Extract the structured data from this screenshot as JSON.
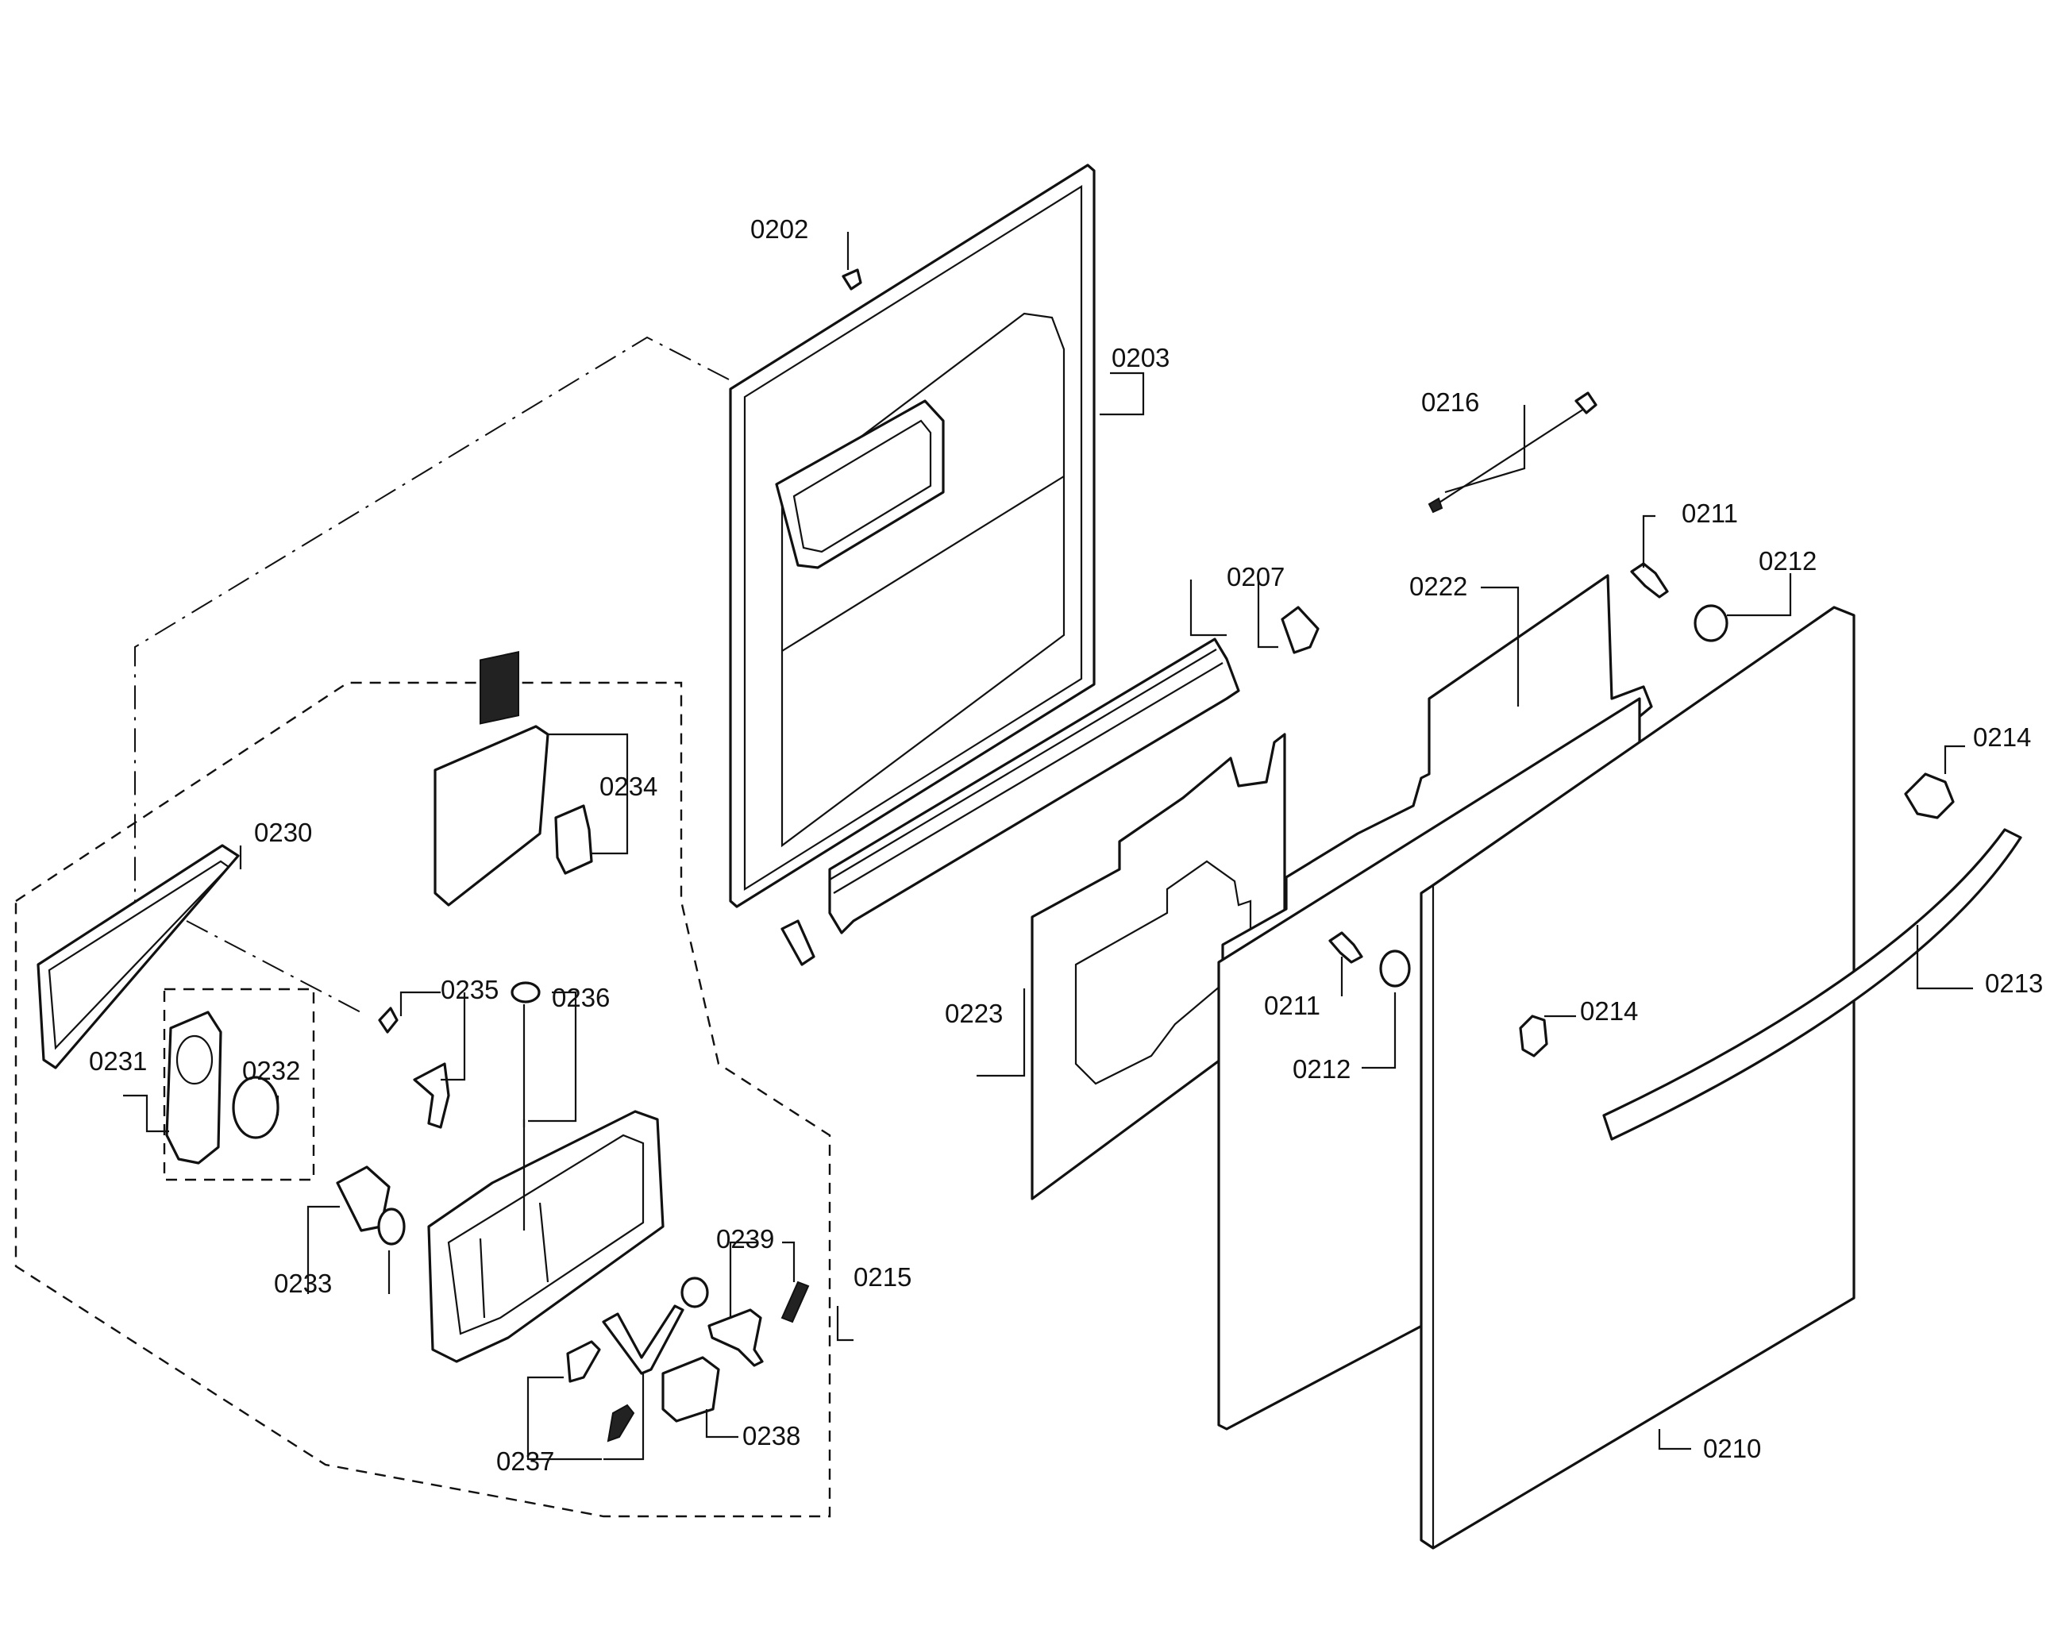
{
  "callouts": [
    {
      "id": "0202",
      "text": "0202"
    },
    {
      "id": "0203",
      "text": "0203"
    },
    {
      "id": "0207",
      "text": "0207"
    },
    {
      "id": "0210",
      "text": "0210"
    },
    {
      "id": "0211a",
      "text": "0211"
    },
    {
      "id": "0211b",
      "text": "0211"
    },
    {
      "id": "0212a",
      "text": "0212"
    },
    {
      "id": "0212b",
      "text": "0212"
    },
    {
      "id": "0213",
      "text": "0213"
    },
    {
      "id": "0214a",
      "text": "0214"
    },
    {
      "id": "0214b",
      "text": "0214"
    },
    {
      "id": "0215",
      "text": "0215"
    },
    {
      "id": "0216",
      "text": "0216"
    },
    {
      "id": "0222",
      "text": "0222"
    },
    {
      "id": "0223",
      "text": "0223"
    },
    {
      "id": "0230",
      "text": "0230"
    },
    {
      "id": "0231",
      "text": "0231"
    },
    {
      "id": "0232",
      "text": "0232"
    },
    {
      "id": "0233",
      "text": "0233"
    },
    {
      "id": "0234",
      "text": "0234"
    },
    {
      "id": "0235",
      "text": "0235"
    },
    {
      "id": "0236",
      "text": "0236"
    },
    {
      "id": "0237",
      "text": "0237"
    },
    {
      "id": "0238",
      "text": "0238"
    },
    {
      "id": "0239",
      "text": "0239"
    }
  ]
}
